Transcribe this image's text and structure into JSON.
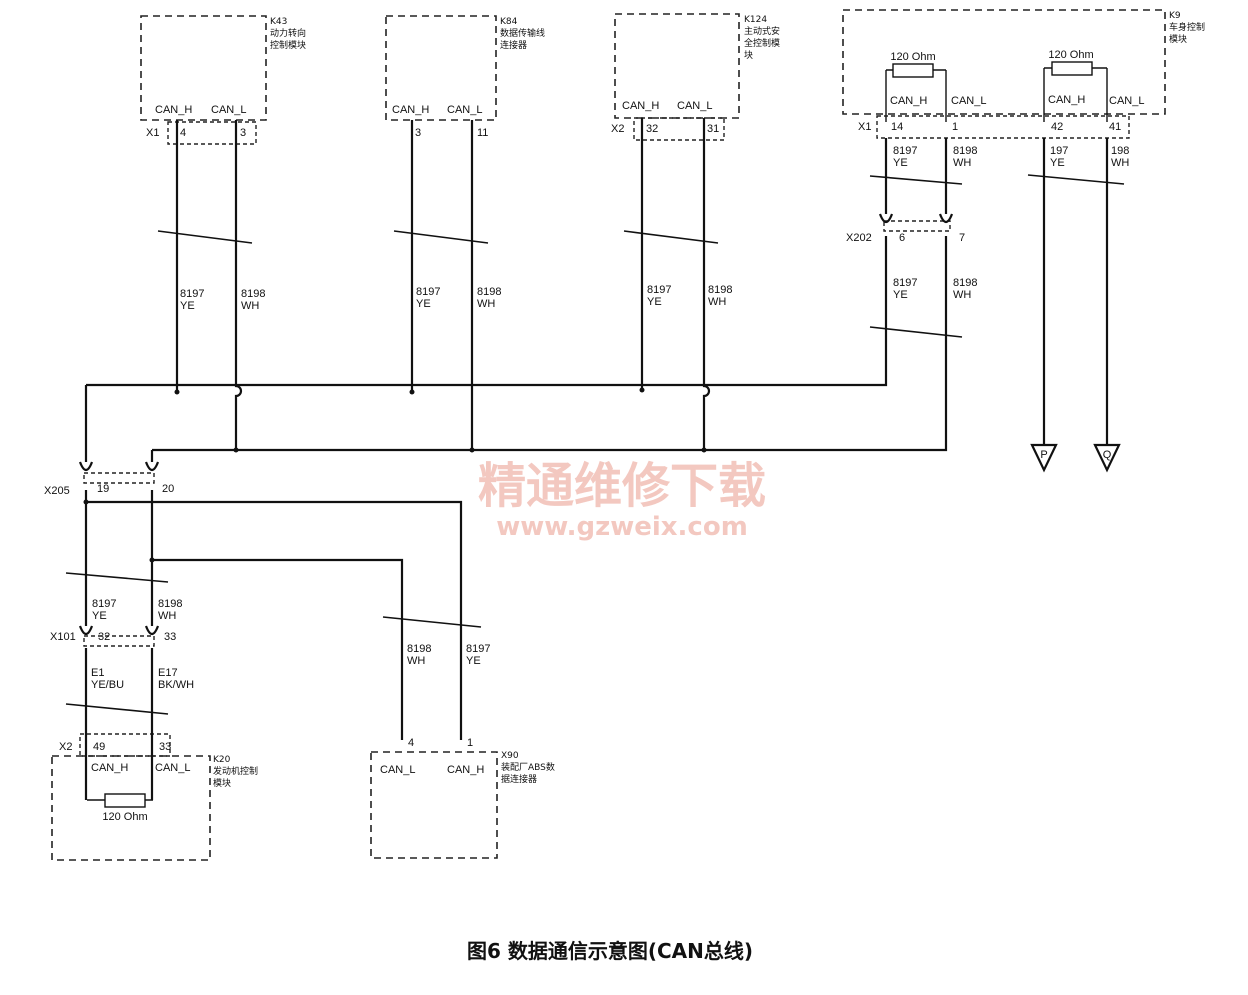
{
  "modules": {
    "k43": {
      "id": "K43",
      "name_l1": "动力转向",
      "name_l2": "控制模块",
      "conn": "X1",
      "can_h": "CAN_H",
      "can_l": "CAN_L",
      "pin_h": "4",
      "pin_l": "3"
    },
    "k84": {
      "id": "K84",
      "name_l1": "数据传输线",
      "name_l2": "连接器",
      "can_h": "CAN_H",
      "can_l": "CAN_L",
      "pin_h": "3",
      "pin_l": "11"
    },
    "k124": {
      "id": "K124",
      "name_l1": "主动式安",
      "name_l2": "全控制模",
      "name_l3": "块",
      "conn": "X2",
      "can_h": "CAN_H",
      "can_l": "CAN_L",
      "pin_h": "32",
      "pin_l": "31"
    },
    "k9": {
      "id": "K9",
      "name_l1": "车身控制",
      "name_l2": "模块",
      "conn": "X1",
      "res1": "120 Ohm",
      "res2": "120 Ohm",
      "can_h1": "CAN_H",
      "can_l1": "CAN_L",
      "can_h2": "CAN_H",
      "can_l2": "CAN_L",
      "pin_h1": "14",
      "pin_l1": "1",
      "pin_h2": "42",
      "pin_l2": "41"
    },
    "k20": {
      "id": "K20",
      "name_l1": "发动机控制",
      "name_l2": "模块",
      "conn": "X2",
      "can_h": "CAN_H",
      "can_l": "CAN_L",
      "pin_h": "49",
      "pin_l": "33",
      "res": "120 Ohm"
    },
    "x90": {
      "id": "X90",
      "name_l1": "装配厂ABS数",
      "name_l2": "据连接器",
      "can_l": "CAN_L",
      "can_h": "CAN_H",
      "pin_l": "4",
      "pin_h": "1"
    }
  },
  "wires": {
    "h_circ": "8197",
    "h_color": "YE",
    "l_circ": "8198",
    "l_color": "WH",
    "k9_h_circ": "197",
    "k9_l_circ": "198",
    "e1": "E1",
    "e1_color": "YE/BU",
    "e17": "E17",
    "e17_color": "BK/WH"
  },
  "connectors": {
    "x202": {
      "id": "X202",
      "pin_a": "6",
      "pin_b": "7"
    },
    "x205": {
      "id": "X205",
      "pin_a": "19",
      "pin_b": "20"
    },
    "x101": {
      "id": "X101",
      "pin_a": "32",
      "pin_b": "33"
    }
  },
  "offpage": {
    "p": "P",
    "q": "Q"
  },
  "watermark": {
    "line1": "精通维修下载",
    "line2": "www.gzweix.com"
  },
  "caption": "图6  数据通信示意图(CAN总线)"
}
